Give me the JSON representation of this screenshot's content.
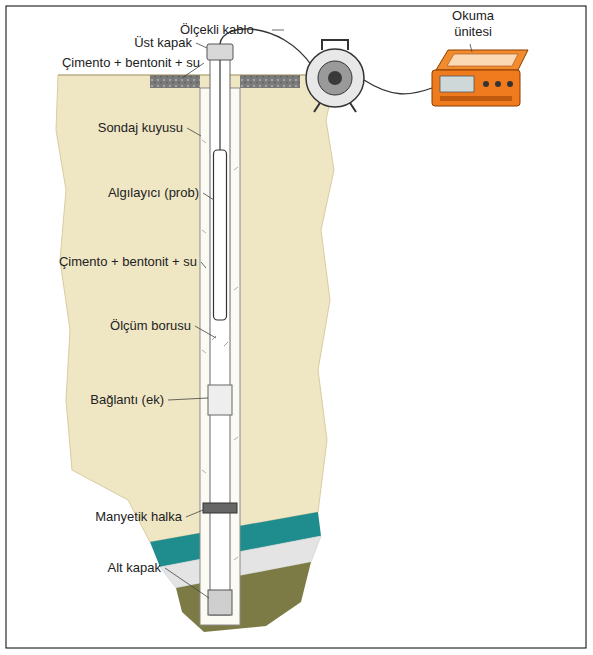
{
  "diagram": {
    "labels": [
      "Ölçekli kablo",
      "Okuma ünitesi",
      "Üst kapak",
      "Çimento + bentonit + su",
      "Sondaj kuyusu",
      "Algılayıcı (prob)",
      "Çimento + bentonit + su",
      "Ölçüm borusu",
      "Bağlantı (ek)",
      "Manyetik halka",
      "Alt kapak"
    ]
  }
}
